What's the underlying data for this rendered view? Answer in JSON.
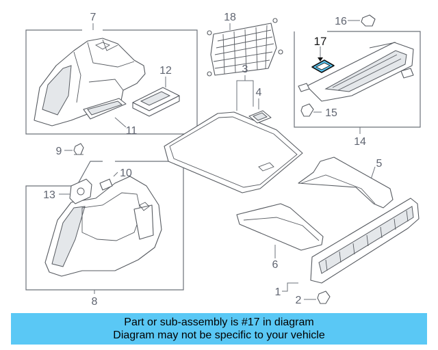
{
  "callouts": {
    "c1": "1",
    "c2": "2",
    "c3": "3",
    "c4": "4",
    "c5": "5",
    "c6": "6",
    "c7": "7",
    "c8": "8",
    "c9": "9",
    "c10": "10",
    "c11": "11",
    "c12": "12",
    "c13": "13",
    "c14": "14",
    "c15": "15",
    "c16": "16",
    "c17": "17",
    "c18": "18"
  },
  "highlight": {
    "part": "17",
    "color": "#5ac8f5"
  },
  "banner": {
    "line1": "Part or sub-assembly is #17 in diagram",
    "line2": "Diagram may not be specific to your vehicle",
    "background": "#5ac8f5"
  }
}
